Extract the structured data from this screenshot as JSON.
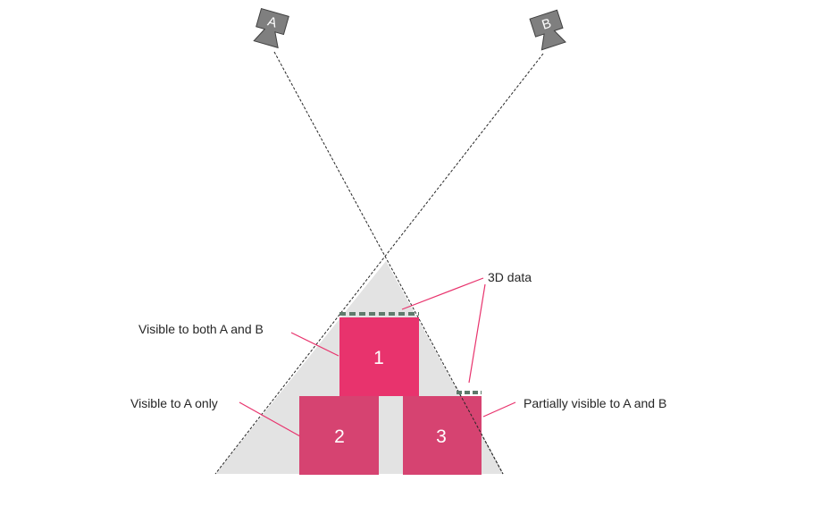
{
  "cameras": [
    {
      "letter": "A"
    },
    {
      "letter": "B"
    }
  ],
  "boxes": [
    {
      "label": "1"
    },
    {
      "label": "2"
    },
    {
      "label": "3"
    }
  ],
  "annotations": {
    "data_3d": "3D data",
    "visible_both": "Visible to both A and B",
    "visible_a_only": "Visible to A only",
    "partially_visible": "Partially visible to A and B"
  },
  "colors": {
    "camera": "#7f7f7f",
    "camera_stroke": "#404040",
    "box_1": "#e8336d",
    "box_2_3": "#d64371",
    "frustum": "#e3e3e3",
    "callout_line": "#e8336d",
    "data_3d_marks": "#5e7a6b"
  }
}
